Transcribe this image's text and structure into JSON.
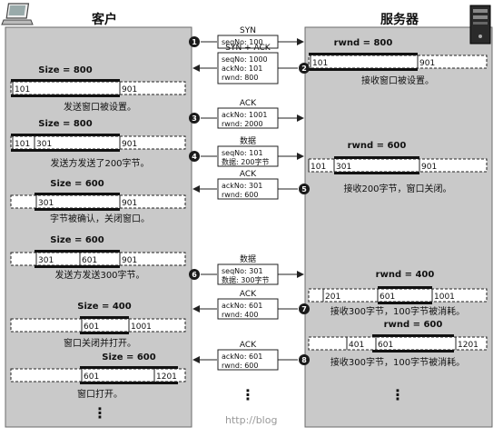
{
  "headers": {
    "client": "客户",
    "server": "服务器"
  },
  "watermark": "http://blog",
  "steps": [
    {
      "num": "1",
      "label": "SYN",
      "lines": [
        "seqNo: 100"
      ],
      "dir": "right"
    },
    {
      "num": "2",
      "label": "SYN + ACK",
      "lines": [
        "seqNo: 1000",
        "ackNo: 101",
        "rwnd: 800"
      ],
      "dir": "left"
    },
    {
      "num": "3",
      "label": "ACK",
      "lines": [
        "ackNo: 1001",
        "rwnd: 2000"
      ],
      "dir": "right"
    },
    {
      "num": "4",
      "label": "数据",
      "lines": [
        "seqNo: 101",
        "数据: 200字节"
      ],
      "dir": "right"
    },
    {
      "num": "5",
      "label": "ACK",
      "lines": [
        "ackNo: 301",
        "rwnd: 600"
      ],
      "dir": "left"
    },
    {
      "num": "6",
      "label": "数据",
      "lines": [
        "seqNo: 301",
        "数据: 300字节"
      ],
      "dir": "right"
    },
    {
      "num": "7",
      "label": "ACK",
      "lines": [
        "ackNo: 601",
        "rwnd: 400"
      ],
      "dir": "left"
    },
    {
      "num": "8",
      "label": "ACK",
      "lines": [
        "ackNo: 601",
        "rwnd: 600"
      ],
      "dir": "left"
    }
  ],
  "client_windows": [
    {
      "title": "Size = 800",
      "marks": [
        "101",
        "901"
      ],
      "caption": "发送窗口被设置。"
    },
    {
      "title": "Size = 800",
      "marks": [
        "101",
        "301",
        "901"
      ],
      "caption": "发送方发送了200字节。"
    },
    {
      "title": "Size = 600",
      "marks": [
        "301",
        "901"
      ],
      "caption": "字节被确认，关闭窗口。"
    },
    {
      "title": "Size = 600",
      "marks": [
        "301",
        "601",
        "901"
      ],
      "caption": "发送方发送300字节。"
    },
    {
      "title": "Size = 400",
      "marks": [
        "601",
        "1001"
      ],
      "caption": "窗口关闭并打开。"
    },
    {
      "title": "Size = 600",
      "marks": [
        "601",
        "1201"
      ],
      "caption": "窗口打开。"
    }
  ],
  "server_windows": [
    {
      "title": "rwnd = 800",
      "marks": [
        "101",
        "901"
      ],
      "caption": "接收窗口被设置。"
    },
    {
      "title": "rwnd = 600",
      "marks": [
        "101",
        "301",
        "901"
      ],
      "caption": "接收200字节，窗口关闭。"
    },
    {
      "title": "rwnd = 400",
      "marks": [
        "201",
        "601",
        "1001"
      ],
      "caption": "接收300字节，100字节被消耗。"
    },
    {
      "title": "rwnd = 600",
      "marks": [
        "401",
        "601",
        "1201"
      ],
      "caption": "接收300字节，100字节被消耗。"
    }
  ],
  "ellipsis": "⋮",
  "colors": {
    "panel": "#c9c9c9",
    "panel_border": "#6b6b6b",
    "bar": "#111111",
    "step_circle": "#1a1a1a"
  }
}
